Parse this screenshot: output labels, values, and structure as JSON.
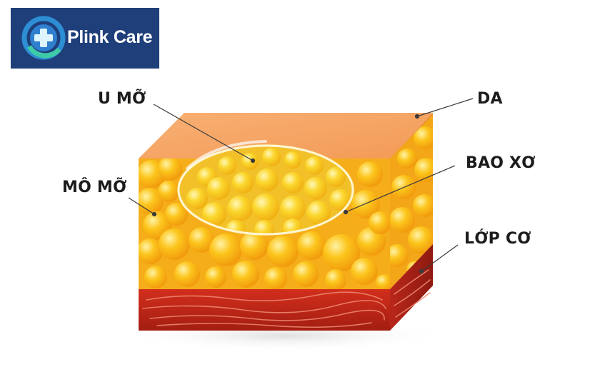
{
  "brand": {
    "name": "Plink Care",
    "logo_icon": "medical-cross-icon"
  },
  "labels": {
    "lipoma": "U MỠ",
    "skin": "DA",
    "fat_tissue": "MÔ MỠ",
    "capsule": "BAO XƠ",
    "muscle": "LỚP CƠ"
  },
  "colors": {
    "brand_bg": "#1f3f7a",
    "skin": "#f6a05a",
    "fat": "#f9b51d",
    "muscle": "#c0291a"
  }
}
